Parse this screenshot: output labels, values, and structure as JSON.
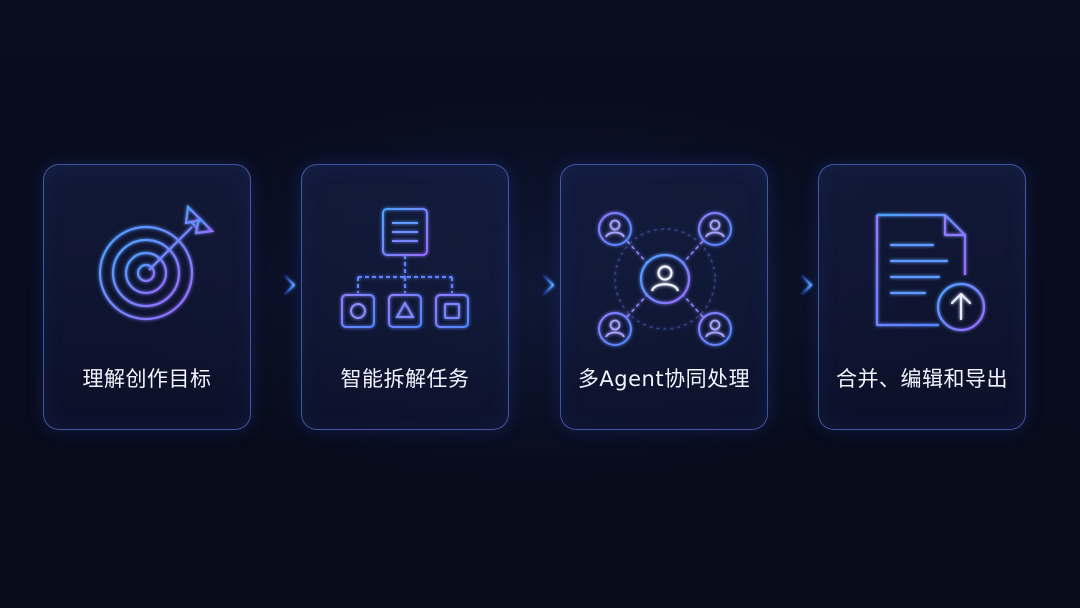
{
  "steps": [
    {
      "label": "理解创作目标",
      "icon": "target-arrow-icon"
    },
    {
      "label": "智能拆解任务",
      "icon": "task-breakdown-icon"
    },
    {
      "label": "多Agent协同处理",
      "icon": "multi-agent-network-icon"
    },
    {
      "label": "合并、编辑和导出",
      "icon": "document-export-icon"
    }
  ],
  "connectors": [
    {
      "icon": "right-arrow-icon"
    },
    {
      "icon": "right-arrow-icon"
    },
    {
      "icon": "right-arrow-icon"
    }
  ],
  "colors": {
    "background": "#070c1c",
    "card_border": "#708aff",
    "icon_blue": "#5b8cff",
    "icon_violet": "#9b7bff",
    "arrow": "#4a8dff",
    "label": "#f2f4ff"
  }
}
